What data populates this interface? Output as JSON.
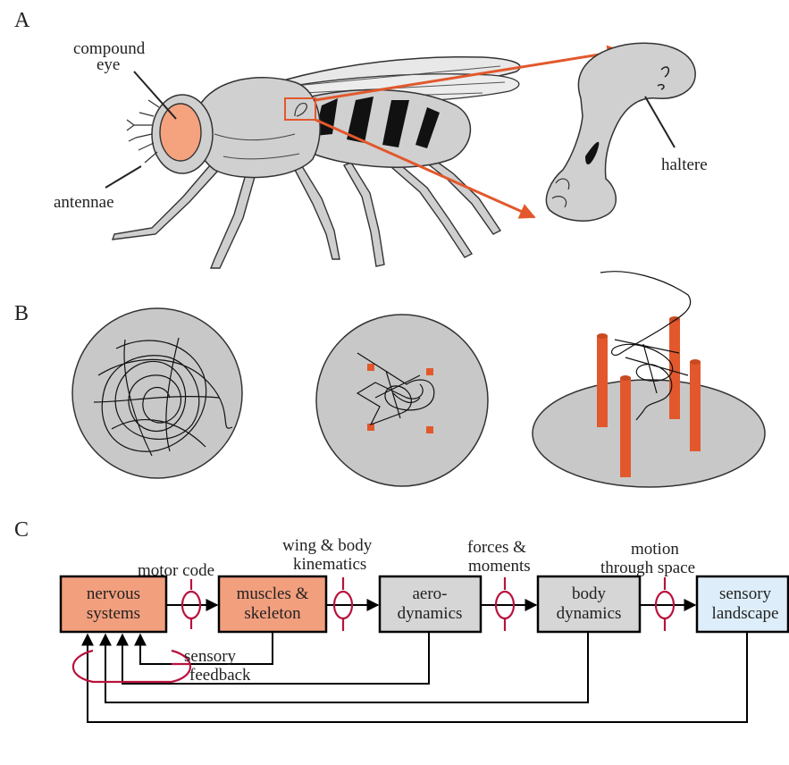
{
  "colors": {
    "orange_box": "#f29f7e",
    "gray_box": "#d6d6d6",
    "blue_box": "#ddeefa",
    "red_accent": "#e2582c",
    "loop_red": "#b8123e",
    "body_gray": "#d0d0d0",
    "eye_orange": "#f5a27f",
    "arena_gray": "#c8c8c8"
  },
  "panels": {
    "a": {
      "letter": "A",
      "labels": {
        "compound_eye_1": "compound",
        "compound_eye_2": "eye",
        "antennae": "antennae",
        "haltere": "haltere"
      }
    },
    "b": {
      "letter": "B"
    },
    "c": {
      "letter": "C",
      "boxes": {
        "nervous_1": "nervous",
        "nervous_2": "systems",
        "muscles_1": "muscles &",
        "muscles_2": "skeleton",
        "aero_1": "aero-",
        "aero_2": "dynamics",
        "body_1": "body",
        "body_2": "dynamics",
        "sensory_1": "sensory",
        "sensory_2": "landscape"
      },
      "arrows": {
        "motor": "motor code",
        "wing_1": "wing & body",
        "wing_2": "kinematics",
        "forces_1": "forces &",
        "forces_2": "moments",
        "motion_1": "motion",
        "motion_2": "through space"
      },
      "feedback": {
        "line1": "sensory",
        "line2": "feedback"
      }
    }
  }
}
